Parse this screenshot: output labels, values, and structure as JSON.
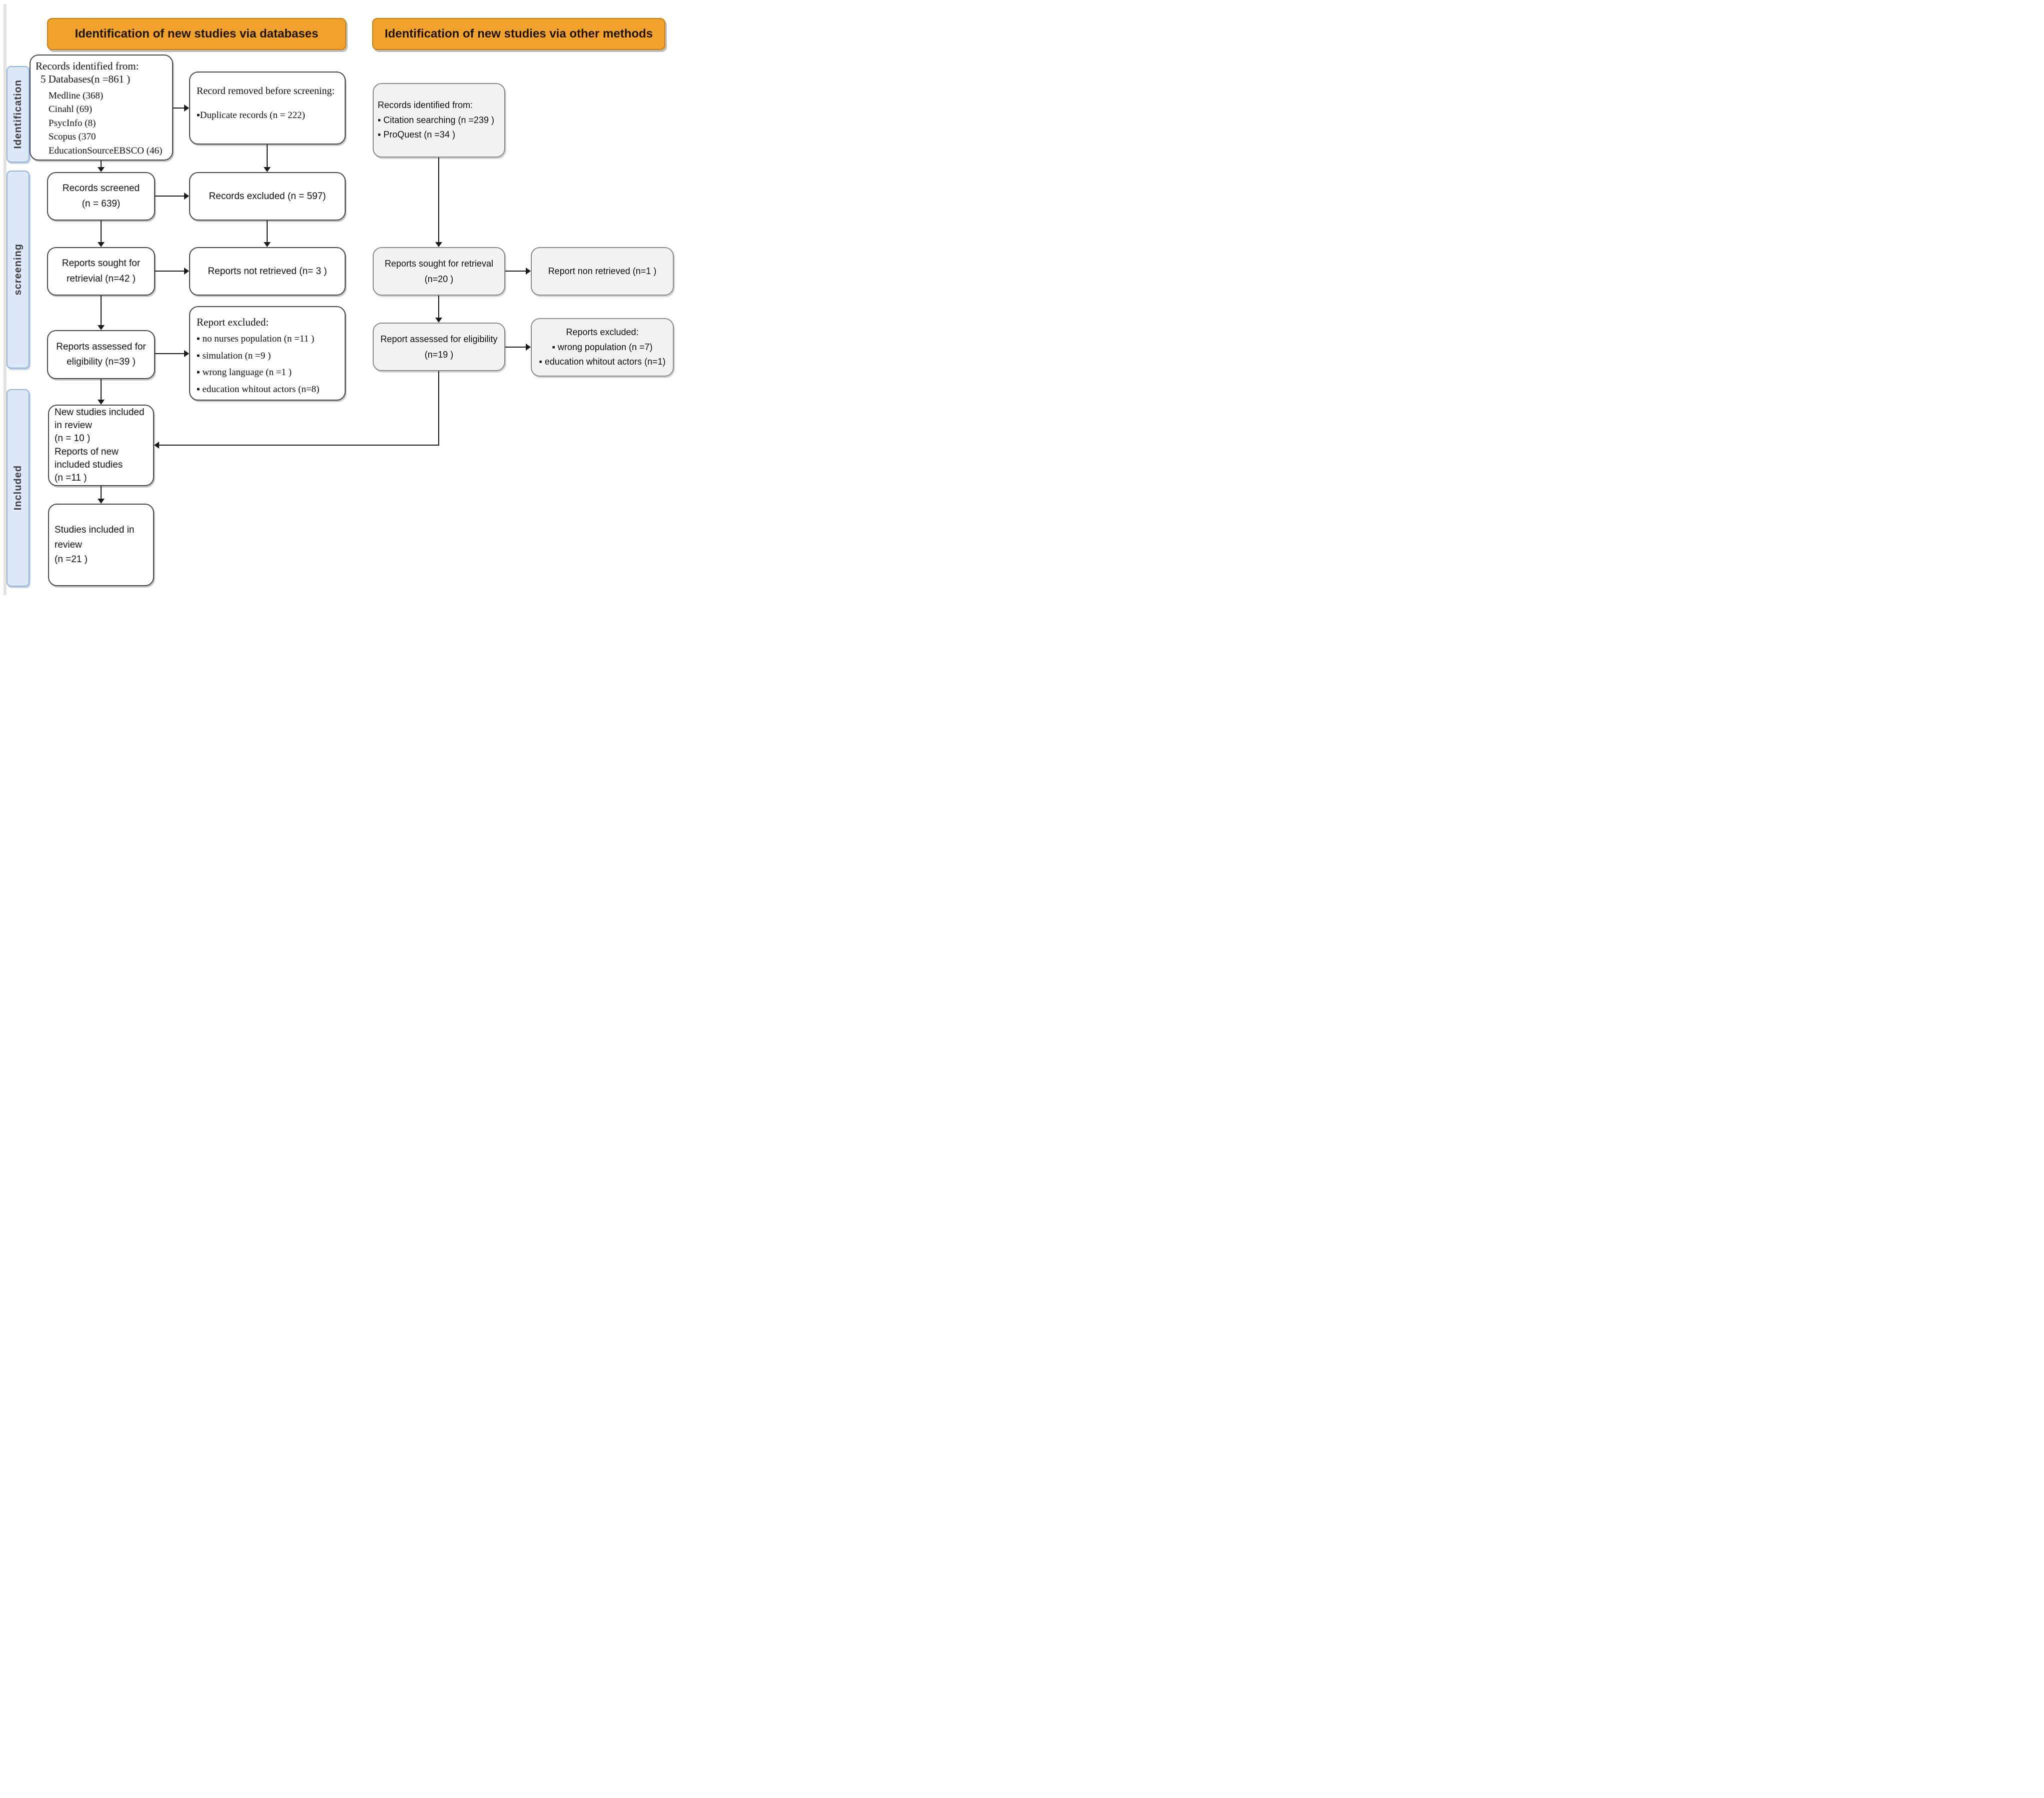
{
  "headers": {
    "databases": "Identification of new studies via databases",
    "other_methods": "Identification of new studies via other methods"
  },
  "stage_labels": {
    "identification": "Identification",
    "screening": "screening",
    "included": "Included"
  },
  "colors": {
    "header_bg": "#F0A22C",
    "header_border": "#C58117",
    "stage_label_bg": "#DCE9F9",
    "stage_label_border": "#93B1D7",
    "box_bg_white": "#FFFFFF",
    "box_bg_gray": "#F2F2F2",
    "arrow": "#1a1a1a"
  },
  "boxes": {
    "records_identified_db": {
      "title": "Records identified from:",
      "subtitle": "5 Databases(n =861 )",
      "items": [
        "Medline (368)",
        "Cinahl (69)",
        "PsycInfo (8)",
        "Scopus (370",
        "EducationSourceEBSCO (46)"
      ]
    },
    "records_removed": {
      "title": "Record removed before screening:",
      "items": [
        "▪Duplicate records (n = 222)"
      ]
    },
    "records_screened": {
      "line1": "Records screened",
      "line2": "(n = 639)"
    },
    "records_excluded": {
      "line1": "Records excluded (n = 597)"
    },
    "reports_sought_db": {
      "line1": "Reports sought for",
      "line2": "retrievial (n=42 )"
    },
    "reports_not_retrieved": {
      "line1": "Reports not retrieved (n= 3 )"
    },
    "reports_assessed_db": {
      "line1": "Reports assessed for",
      "line2": "eligibility  (n=39 )"
    },
    "reports_excluded_db": {
      "title": "Report excluded:",
      "items": [
        "▪ no nurses population (n =11 )",
        "▪ simulation  (n =9 )",
        "▪ wrong language (n =1 )",
        "▪ education whitout actors (n=8)"
      ]
    },
    "new_studies_included": {
      "lines": [
        "New studies included",
        "in review",
        "(n = 10 )",
        "Reports of new",
        "included studies",
        "(n =11 )"
      ]
    },
    "studies_included": {
      "lines": [
        "Studies included in",
        "review",
        "(n =21 )"
      ]
    },
    "records_identified_other": {
      "title": "Records identified from:",
      "items": [
        "▪ Citation searching (n =239 )",
        "▪ ProQuest (n =34 )"
      ]
    },
    "reports_sought_other": {
      "line1": "Reports sought for retrieval",
      "line2": "(n=20 )"
    },
    "report_non_retrieved": {
      "line1": "Report non retrieved (n=1 )"
    },
    "report_assessed_other": {
      "line1": "Report assessed for eligibility",
      "line2": "(n=19 )"
    },
    "reports_excluded_other": {
      "title": "Reports excluded:",
      "items": [
        "▪ wrong population (n =7)",
        "▪ education whitout actors (n=1)"
      ]
    }
  }
}
